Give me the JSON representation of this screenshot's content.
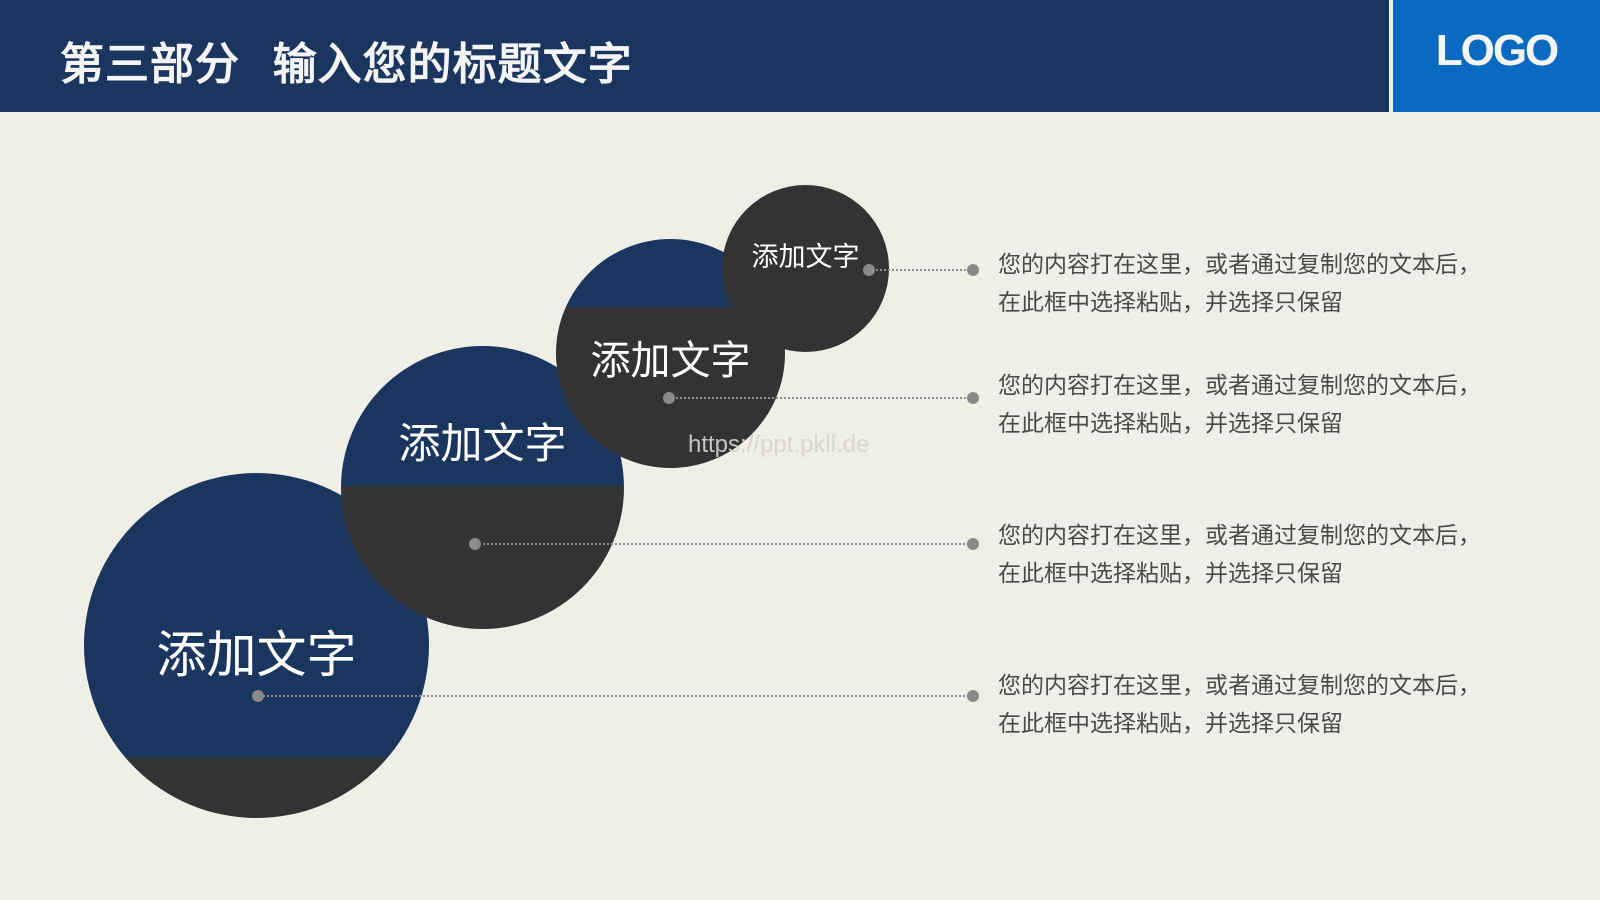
{
  "header": {
    "title": "第三部分  输入您的标题文字",
    "logo": "LOGO",
    "colors": {
      "bar": "#1a365e",
      "logo_bg": "#0a6ac2"
    }
  },
  "circles": [
    {
      "label": "添加文字",
      "size": "small"
    },
    {
      "label": "添加文字",
      "size": "medium"
    },
    {
      "label": "添加文字",
      "size": "large"
    },
    {
      "label": "添加文字",
      "size": "xlarge"
    }
  ],
  "items": [
    {
      "line1": "您的内容打在这里，或者通过复制您的文本后，",
      "line2": "在此框中选择粘贴，并选择只保留"
    },
    {
      "line1": "您的内容打在这里，或者通过复制您的文本后，",
      "line2": "在此框中选择粘贴，并选择只保留"
    },
    {
      "line1": "您的内容打在这里，或者通过复制您的文本后，",
      "line2": "在此框中选择粘贴，并选择只保留"
    },
    {
      "line1": "您的内容打在这里，或者通过复制您的文本后，",
      "line2": "在此框中选择粘贴，并选择只保留"
    }
  ],
  "watermark": "https://ppt.pkll.de",
  "colors": {
    "background": "#f0efe7",
    "circle_blue": "#1a365e",
    "circle_dark": "#343234",
    "connector": "#8a8a8a",
    "body_text": "#4a4a4a"
  }
}
